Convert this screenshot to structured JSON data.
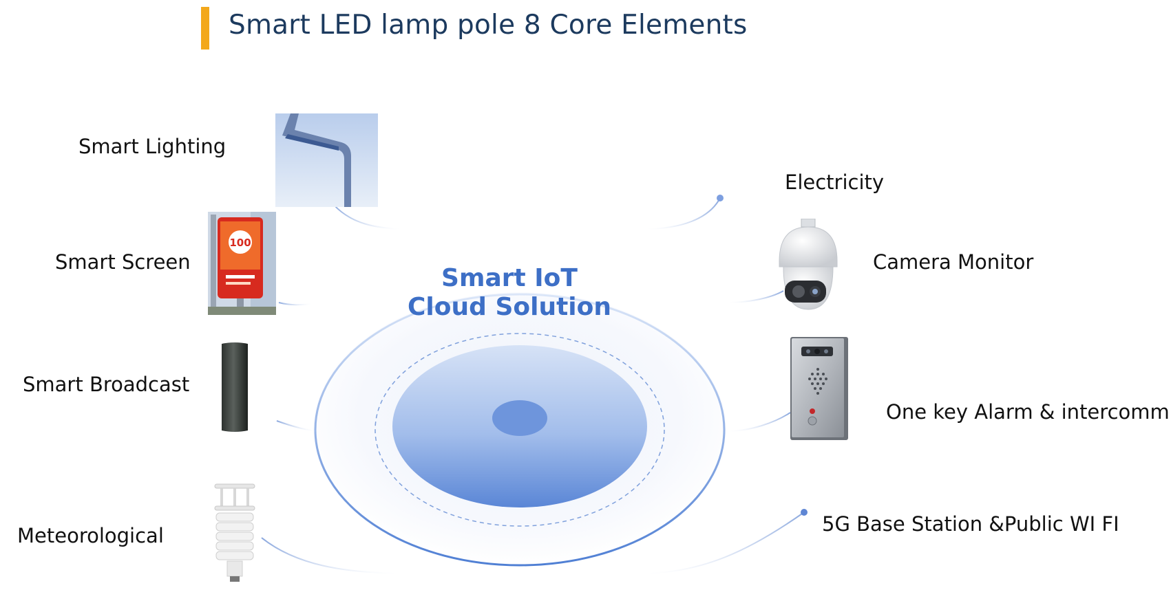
{
  "title": "Smart LED lamp pole 8 Core Elements",
  "center": {
    "line1": "Smart IoT",
    "line2": "Cloud Solution"
  },
  "left_items": [
    {
      "label": "Smart  Lighting",
      "icon": "street-lamp-icon"
    },
    {
      "label": "Smart Screen",
      "icon": "billboard-screen-icon"
    },
    {
      "label": "Smart Broadcast",
      "icon": "column-speaker-icon"
    },
    {
      "label": "Meteorological",
      "icon": "weather-station-icon"
    }
  ],
  "right_items": [
    {
      "label": "Electricity",
      "icon": "node-dot-icon"
    },
    {
      "label": "Camera Monitor",
      "icon": "dome-camera-icon"
    },
    {
      "label": "One key Alarm & intercomm",
      "icon": "intercom-panel-icon"
    },
    {
      "label": "5G Base Station &Public WI FI",
      "icon": "node-dot-icon"
    }
  ],
  "colors": {
    "accent_bar": "#f3a81b",
    "title": "#1c3a5e",
    "center_text": "#3d6fc6",
    "disc": "#5a86d6"
  }
}
